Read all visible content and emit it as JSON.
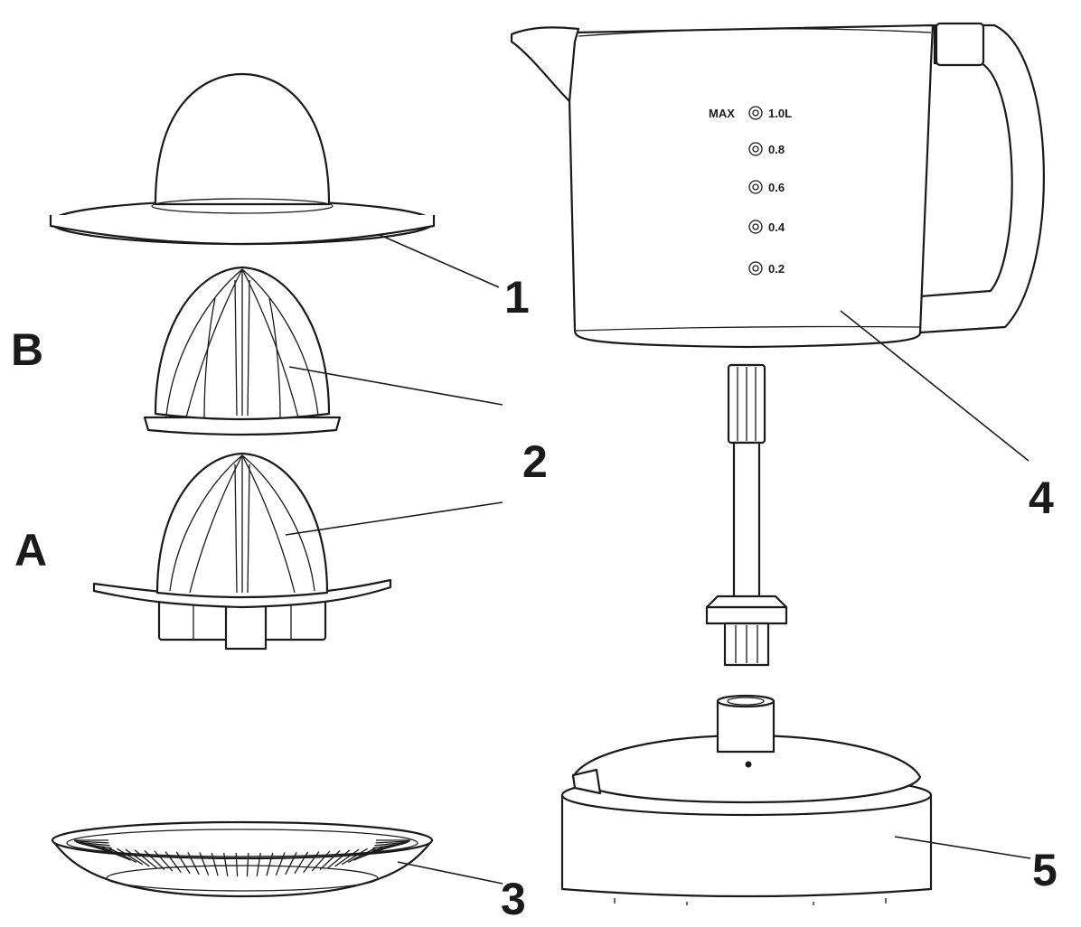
{
  "callouts": {
    "lid": "1",
    "cone": "2",
    "strainer": "3",
    "jug": "4",
    "base": "5",
    "cone_small": "B",
    "cone_large": "A"
  },
  "jug_marks": {
    "max_word": "MAX",
    "levels": [
      "1.0L",
      "0.8",
      "0.6",
      "0.4",
      "0.2"
    ]
  },
  "colors": {
    "line": "#1a1a1a",
    "background": "#ffffff"
  }
}
